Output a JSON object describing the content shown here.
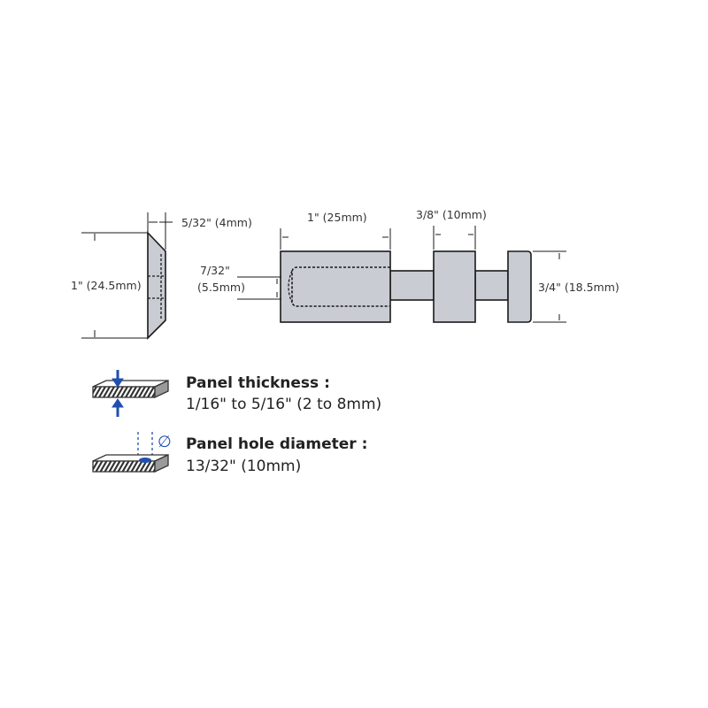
{
  "colors": {
    "part_fill": "#c9ccd3",
    "outline": "#1a1a1a",
    "accent": "#1f4fb0"
  },
  "cap_view": {
    "width_label": "5/32\" (4mm)",
    "height_label": "1\" (24.5mm)"
  },
  "side_view": {
    "length_label": "1\" (25mm)",
    "collar_label": "3/8\" (10mm)",
    "bore_label_1": "7/32\"",
    "bore_label_2": "(5.5mm)",
    "head_label": "3/4\" (18.5mm)"
  },
  "panel_thickness": {
    "title": "Panel thickness :",
    "value": "1/16\" to 5/16\" (2 to 8mm)"
  },
  "panel_hole": {
    "symbol": "∅",
    "title": "Panel hole diameter :",
    "value": "13/32\" (10mm)"
  }
}
